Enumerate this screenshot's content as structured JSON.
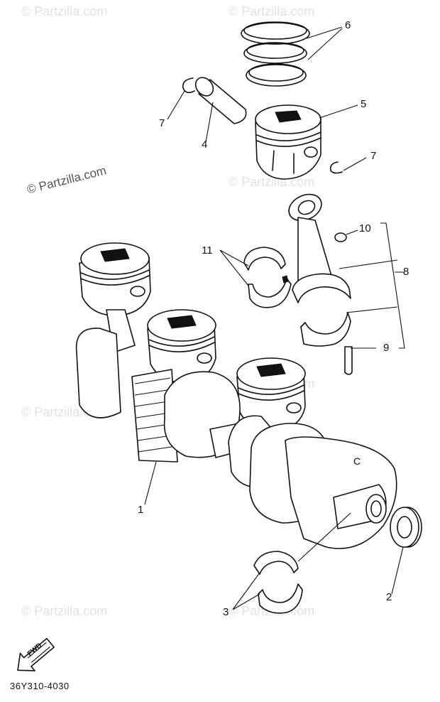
{
  "watermark": {
    "text": "© Partzilla.com"
  },
  "callouts": {
    "c1": "1",
    "c2": "2",
    "c3": "3",
    "c4": "4",
    "c5": "5",
    "c6": "6",
    "c7a": "7",
    "c7b": "7",
    "c8": "8",
    "c9": "9",
    "c10": "10",
    "c11": "11"
  },
  "crank_mark": "C",
  "fwd_label": "FWD",
  "diagram_code": "36Y310-4030"
}
